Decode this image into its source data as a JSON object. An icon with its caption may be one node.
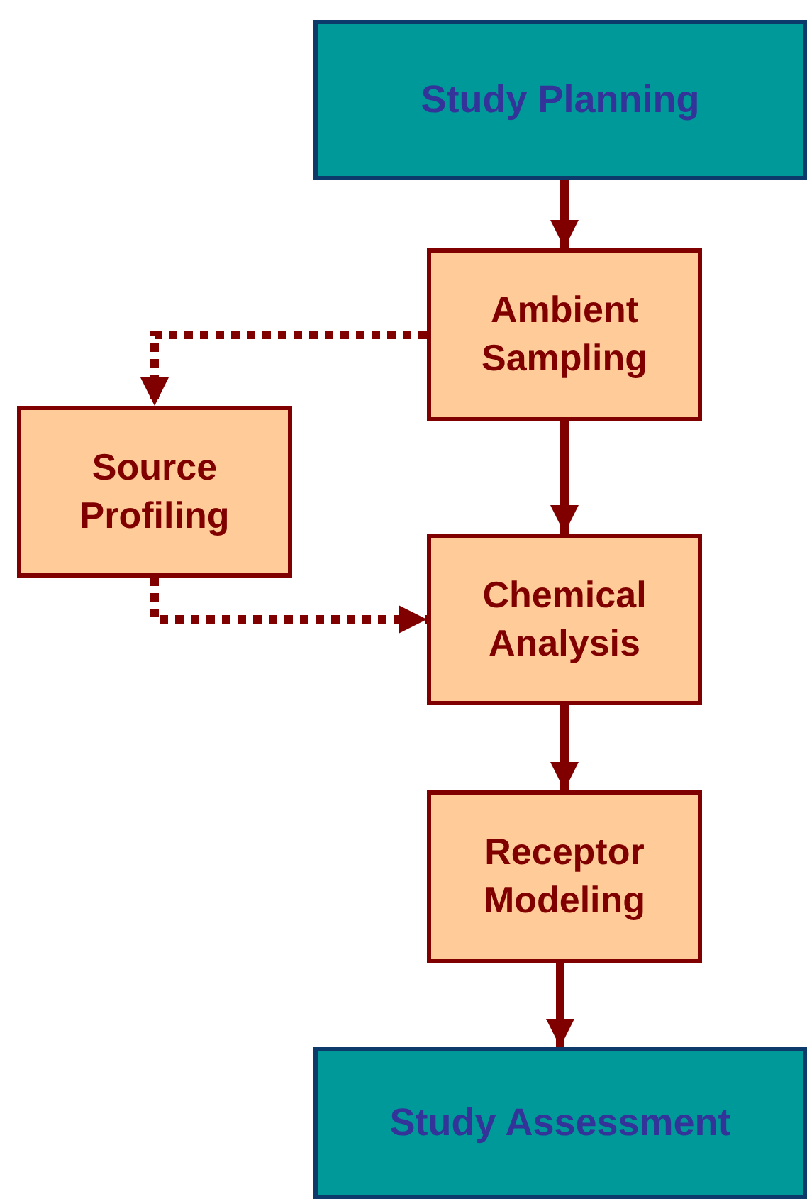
{
  "diagram": {
    "nodes": [
      {
        "text": [
          "Study Planning"
        ]
      },
      {
        "text": [
          "Ambient Sampling"
        ]
      },
      {
        "text": [
          "Source Profiling"
        ]
      },
      {
        "text": [
          "Chemical Analysis"
        ]
      },
      {
        "text": [
          "Receptor Modeling"
        ]
      },
      {
        "text": [
          "Study Assessment"
        ]
      }
    ],
    "edges": [
      {
        "from": 0,
        "to": 1,
        "arrow": "to"
      },
      {
        "from": 1,
        "to": 2,
        "arrow": "to",
        "style": "dashed"
      },
      {
        "from": 1,
        "to": 3,
        "arrow": "to"
      },
      {
        "from": 2,
        "to": 3,
        "arrow": "to",
        "style": "dashed"
      },
      {
        "from": 3,
        "to": 4,
        "arrow": "to"
      },
      {
        "from": 4,
        "to": 5,
        "arrow": "to"
      }
    ]
  }
}
